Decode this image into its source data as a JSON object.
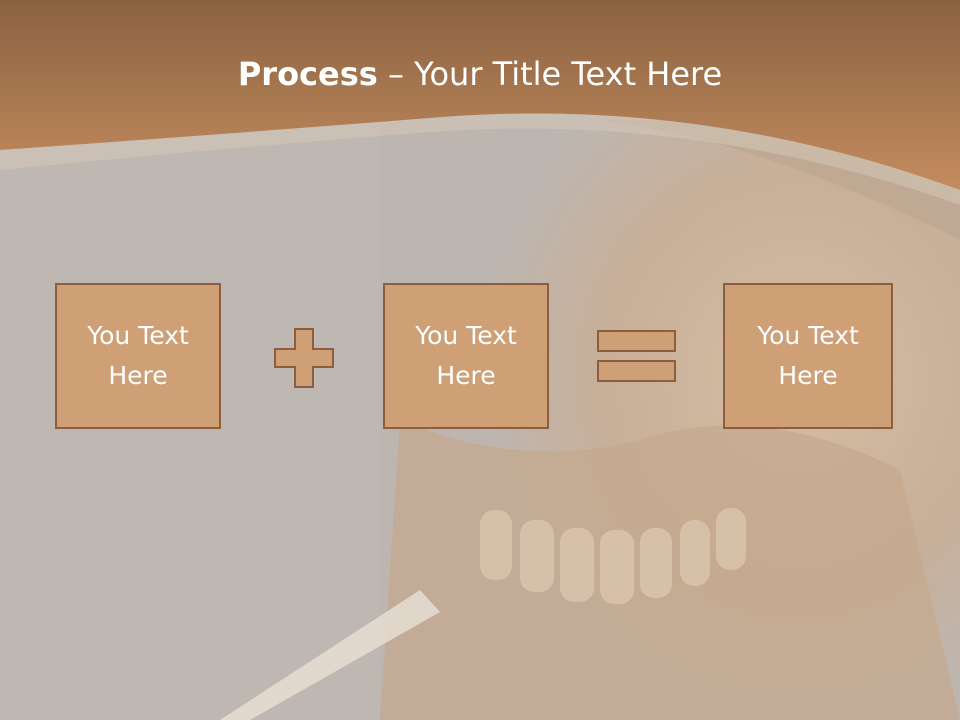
{
  "slide": {
    "title_bold": "Process",
    "title_dash": " – ",
    "title_rest": "Your Title Text Here",
    "boxes": [
      {
        "label": "You Text Here"
      },
      {
        "label": "You Text Here"
      },
      {
        "label": "You Text Here"
      }
    ],
    "operators": [
      "plus",
      "equals"
    ]
  },
  "colors": {
    "header": "#a67651",
    "box_fill": "#cf9f76",
    "box_border": "#8a5e3f",
    "text": "#ffffff"
  }
}
